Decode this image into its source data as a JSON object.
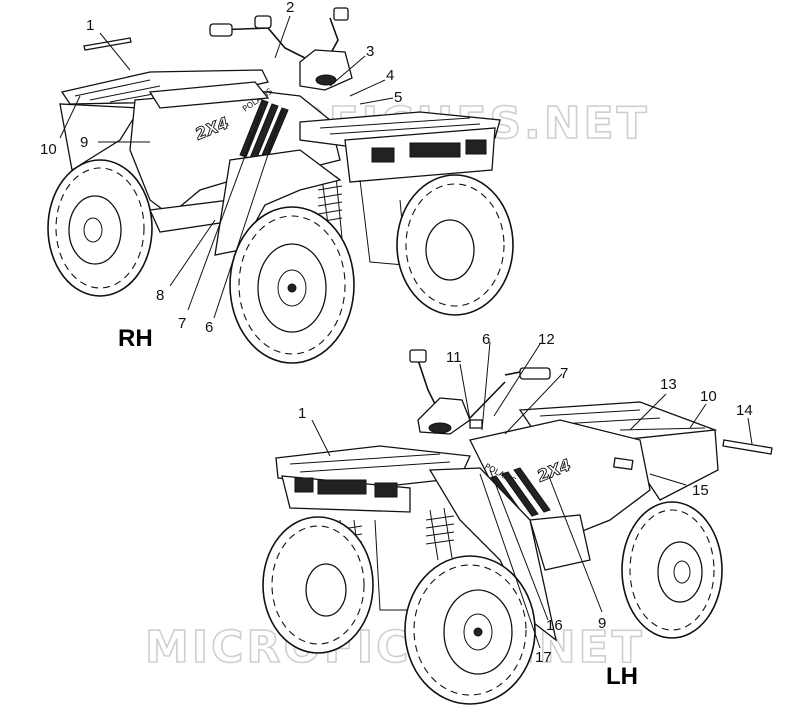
{
  "watermark": "MICROFICHES.NET",
  "views": {
    "rh": {
      "label": "RH",
      "callouts": [
        "1",
        "2",
        "3",
        "4",
        "5",
        "10",
        "9",
        "8",
        "7",
        "6"
      ]
    },
    "lh": {
      "label": "LH",
      "callouts": [
        "11",
        "6",
        "12",
        "7",
        "13",
        "10",
        "14",
        "1",
        "15",
        "16",
        "9",
        "17"
      ]
    }
  },
  "decal_text": {
    "model_badge": "2X4",
    "brand_script": "POLARIS"
  }
}
